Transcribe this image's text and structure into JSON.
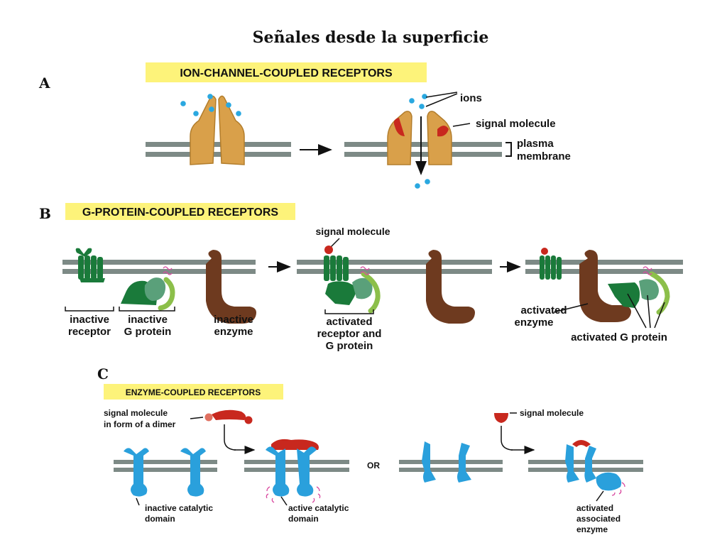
{
  "title": "Señales desde la superficie",
  "colors": {
    "highlight": "#fdf37a",
    "membrane": "#7d8a86",
    "ion": "#2aa8e0",
    "ion_channel": "#d9a04a",
    "signal": "#c8281e",
    "receptor_green": "#1a7a3a",
    "g_protein_light": "#8cbf4a",
    "enzyme_brown": "#6e3a1f",
    "enzyme_receptor_blue": "#2aa0dc"
  },
  "panel_a": {
    "letter": "A",
    "header": "ION-CHANNEL-COUPLED  RECEPTORS",
    "label_ions": "ions",
    "label_signal": "signal molecule",
    "label_membrane_1": "plasma",
    "label_membrane_2": "membrane"
  },
  "panel_b": {
    "letter": "B",
    "header": "G-PROTEIN-COUPLED  RECEPTORS",
    "signal_label": "signal molecule",
    "inactive_receptor_1": "inactive",
    "inactive_receptor_2": "receptor",
    "inactive_g_1": "inactive",
    "inactive_g_2": "G protein",
    "inactive_enzyme_1": "inactive",
    "inactive_enzyme_2": "enzyme",
    "activated_rg_1": "activated",
    "activated_rg_2": "receptor and",
    "activated_rg_3": "G protein",
    "activated_enzyme_1": "activated",
    "activated_enzyme_2": "enzyme",
    "activated_g": "activated G protein"
  },
  "panel_c": {
    "letter": "C",
    "header": "ENZYME-COUPLED  RECEPTORS",
    "dimer_label_1": "signal molecule",
    "dimer_label_2": "in form of a dimer",
    "signal_label": "signal molecule",
    "or_label": "OR",
    "inactive_domain_1": "inactive catalytic",
    "inactive_domain_2": "domain",
    "active_domain_1": "active catalytic",
    "active_domain_2": "domain",
    "assoc_1": "activated",
    "assoc_2": "associated",
    "assoc_3": "enzyme"
  }
}
